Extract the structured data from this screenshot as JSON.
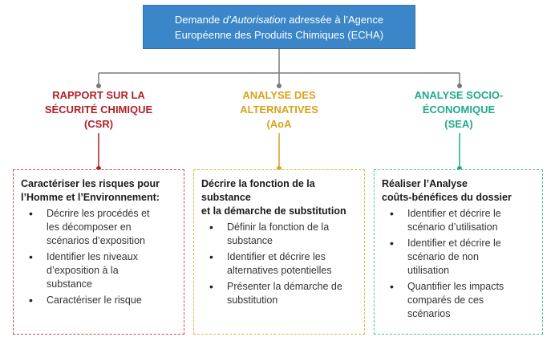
{
  "colors": {
    "header_bg": "#3a86c8",
    "csr": "#b0202a",
    "aoa": "#d9a21b",
    "sea": "#1faa8a",
    "connector": "#7a7a7a"
  },
  "header": {
    "line1_pre": "Demande ",
    "line1_em": "d’Autorisation",
    "line1_post": " adressée à l’Agence",
    "line2": "Européenne des Produits Chimiques (ECHA)"
  },
  "categories": {
    "csr": {
      "line1": "RAPPORT SUR LA",
      "line2": "SÉCURITÉ CHIMIQUE",
      "line3": "(CSR)"
    },
    "aoa": {
      "line1": "ANALYSE DES",
      "line2": "ALTERNATIVES",
      "line3": "(AoA"
    },
    "sea": {
      "line1": "ANALYSE SOCIO-",
      "line2": "ÉCONOMIQUE",
      "line3": "(SEA)"
    }
  },
  "boxes": {
    "csr": {
      "heading": [
        "Caractériser les risques pour",
        "l’Homme et l’Environnement:"
      ],
      "items": [
        [
          "Décrire les procédés et",
          "les décomposer en",
          "scénarios d’exposition"
        ],
        [
          "Identifier les niveaux",
          "d’exposition à la",
          "substance"
        ],
        [
          "Caractériser le risque"
        ]
      ]
    },
    "aoa": {
      "heading": [
        "Décrire la fonction de la",
        "substance",
        "et la démarche de substitution"
      ],
      "items": [
        [
          "Définir la fonction de la",
          "substance"
        ],
        [
          "Identifier et décrire les",
          "alternatives potentielles"
        ],
        [
          "Présenter la démarche de",
          "substitution"
        ]
      ]
    },
    "sea": {
      "heading": [
        "Réaliser l’Analyse",
        "coûts-bénéfices du dossier"
      ],
      "items": [
        [
          "Identifier et décrire le",
          "scénario d’utilisation"
        ],
        [
          "Identifier et décrire le",
          "scénario de non",
          "utilisation"
        ],
        [
          "Quantifier les impacts",
          "comparés de ces",
          "scénarios"
        ]
      ]
    }
  }
}
